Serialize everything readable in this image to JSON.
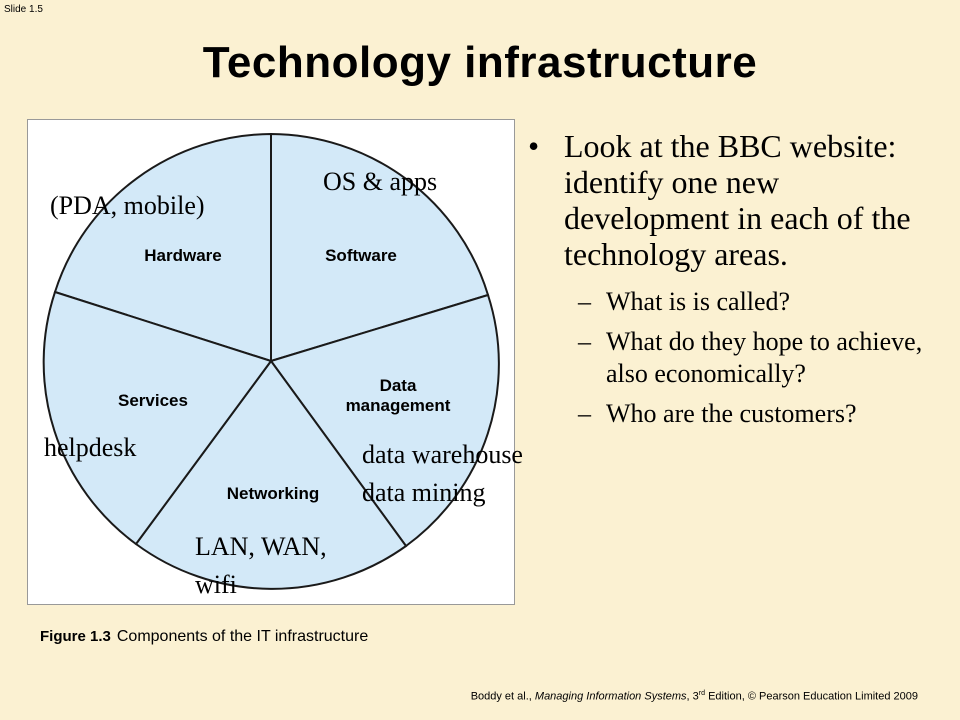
{
  "slide_number": "Slide 1.5",
  "title": "Technology infrastructure",
  "diagram": {
    "segments": [
      {
        "label": "Hardware"
      },
      {
        "label": "Software"
      },
      {
        "label": "Data\nmanagement"
      },
      {
        "label": "Networking"
      },
      {
        "label": "Services"
      }
    ],
    "notes": {
      "hardware": "(PDA, mobile)",
      "software": "OS & apps",
      "data_line1": "data warehouse",
      "data_line2": "data mining",
      "networking_line1": "LAN, WAN,",
      "networking_line2": "wifi",
      "services": "helpdesk"
    },
    "fill_color": "#d3e9f8",
    "stroke_color": "#1a1a1a"
  },
  "caption": {
    "label": "Figure 1.3",
    "text": "Components of the IT infrastructure"
  },
  "bullet": {
    "symbol": "•",
    "text": "Look at the BBC website:  identify one new development  in each of the technology areas."
  },
  "sub_items": [
    {
      "dash": "–",
      "text": "What is is called?"
    },
    {
      "dash": "–",
      "text": "What do they hope to achieve,  also economically?"
    },
    {
      "dash": "–",
      "text": "Who are the customers?"
    }
  ],
  "footer": {
    "authors": "Boddy et al.,",
    "book": "Managing Information Systems",
    "edition_num": "3",
    "edition_sup": "rd",
    "rest": "Edition, © Pearson Education Limited 2009"
  }
}
